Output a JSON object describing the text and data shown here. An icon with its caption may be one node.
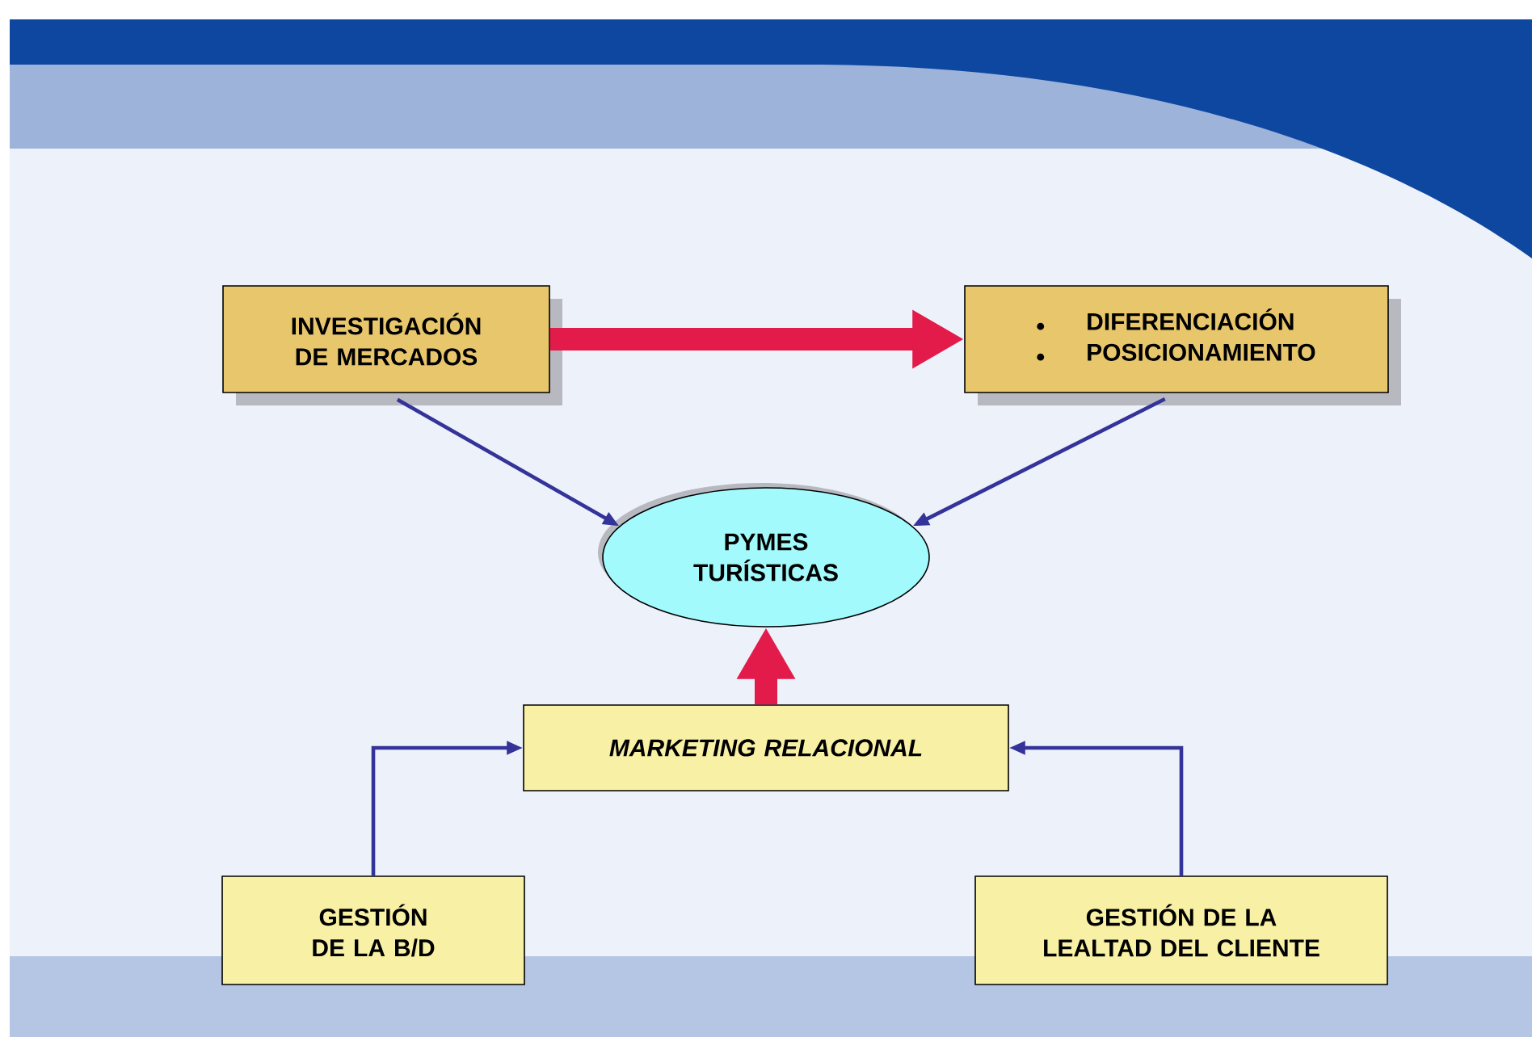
{
  "diagram": {
    "nodes": [
      {
        "text": [
          "INVESTIGACIÓN DE MERCADOS"
        ]
      },
      {
        "text": [
          "DIFERENCIACIÓN",
          "POSICIONAMIENTO"
        ]
      },
      {
        "text": [
          "PYMES TURÍSTICAS"
        ]
      },
      {
        "text": [
          "MARKETING RELACIONAL"
        ]
      },
      {
        "text": [
          "GESTIÓN DE LA B/D"
        ]
      },
      {
        "text": [
          "GESTIÓN DE LA LEALTAD DEL CLIENTE"
        ]
      }
    ],
    "edges": [
      {
        "from": 0,
        "to": 1,
        "arrow": "to",
        "style": "thick",
        "color": "#e31b4b"
      },
      {
        "from": 0,
        "to": 2,
        "arrow": "to"
      },
      {
        "from": 1,
        "to": 2,
        "arrow": "to"
      },
      {
        "from": 3,
        "to": 2,
        "arrow": "to",
        "style": "thick",
        "color": "#e31b4b"
      },
      {
        "from": 4,
        "to": 3,
        "arrow": "to"
      },
      {
        "from": 5,
        "to": 3,
        "arrow": "to"
      }
    ]
  }
}
